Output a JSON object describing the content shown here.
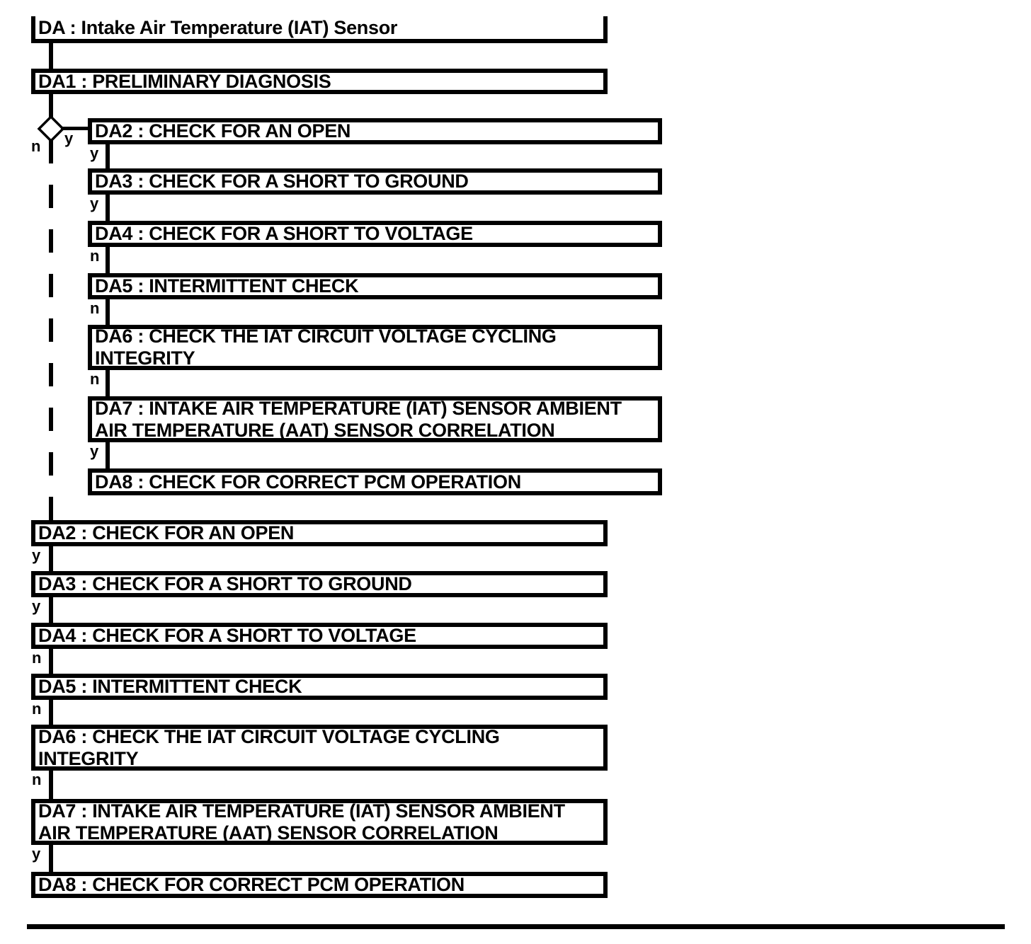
{
  "flowchart": {
    "title": "DA : Intake Air Temperature (IAT) Sensor",
    "preliminary_step": "DA1 : PRELIMINARY DIAGNOSIS",
    "decision": {
      "yes_label": "y",
      "no_label": "n"
    },
    "branch_steps": [
      {
        "label": "DA2 : CHECK FOR AN OPEN",
        "answer": "y"
      },
      {
        "label": "DA3 : CHECK FOR A SHORT TO GROUND",
        "answer": "y"
      },
      {
        "label": "DA4 : CHECK FOR A SHORT TO VOLTAGE",
        "answer": "n"
      },
      {
        "label": "DA5 : INTERMITTENT CHECK",
        "answer": "n"
      },
      {
        "label": "DA6 : CHECK THE IAT CIRCUIT VOLTAGE CYCLING\nINTEGRITY",
        "answer": "n"
      },
      {
        "label": "DA7 : INTAKE AIR TEMPERATURE (IAT) SENSOR AMBIENT\nAIR TEMPERATURE (AAT) SENSOR CORRELATION",
        "answer": "y"
      },
      {
        "label": "DA8 : CHECK FOR CORRECT PCM OPERATION",
        "answer": null
      }
    ],
    "main_steps": [
      {
        "label": "DA2 : CHECK FOR AN OPEN",
        "answer": "y"
      },
      {
        "label": "DA3 : CHECK FOR A SHORT TO GROUND",
        "answer": "y"
      },
      {
        "label": "DA4 : CHECK FOR A SHORT TO VOLTAGE",
        "answer": "n"
      },
      {
        "label": "DA5 : INTERMITTENT CHECK",
        "answer": "n"
      },
      {
        "label": "DA6 : CHECK THE IAT CIRCUIT VOLTAGE CYCLING\nINTEGRITY",
        "answer": "n"
      },
      {
        "label": "DA7 : INTAKE AIR TEMPERATURE (IAT) SENSOR AMBIENT\nAIR TEMPERATURE (AAT) SENSOR CORRELATION",
        "answer": "y"
      },
      {
        "label": "DA8 : CHECK FOR CORRECT PCM OPERATION",
        "answer": null
      }
    ],
    "colors": {
      "line": "#000000",
      "background": "#ffffff"
    }
  }
}
